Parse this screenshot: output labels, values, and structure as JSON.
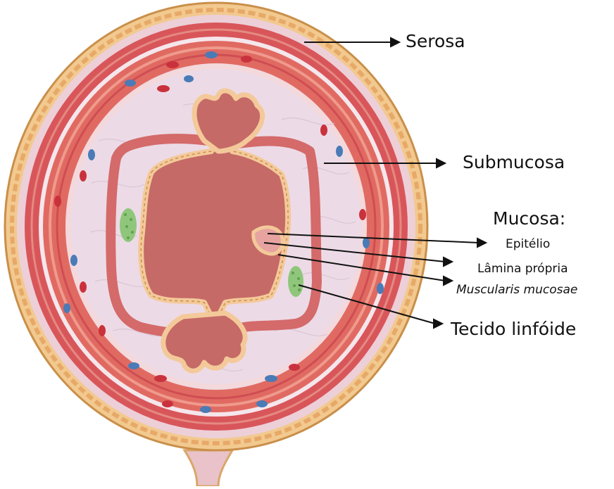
{
  "labels": {
    "serosa": "Serosa",
    "submucosa": "Submucosa",
    "mucosa": "Mucosa:",
    "epitelio": "Epitélio",
    "lamina_propria": "Lâmina própria",
    "muscularis_mucosae": "Muscularis mucosae",
    "tecido_linfoide": "Tecido linfóide"
  },
  "colors": {
    "serosa": "#f2c98f",
    "serosa_edge": "#c98f4a",
    "muscle": "#d8565a",
    "muscle_light": "#e48a82",
    "submucosa": "#ecdbe6",
    "mucosa_fill": "#c56a66",
    "mucosa_edge": "#f4c99a",
    "lymphoid": "#8fc67c",
    "vessel_red": "#c9323c",
    "vessel_blue": "#4a7bb7"
  }
}
